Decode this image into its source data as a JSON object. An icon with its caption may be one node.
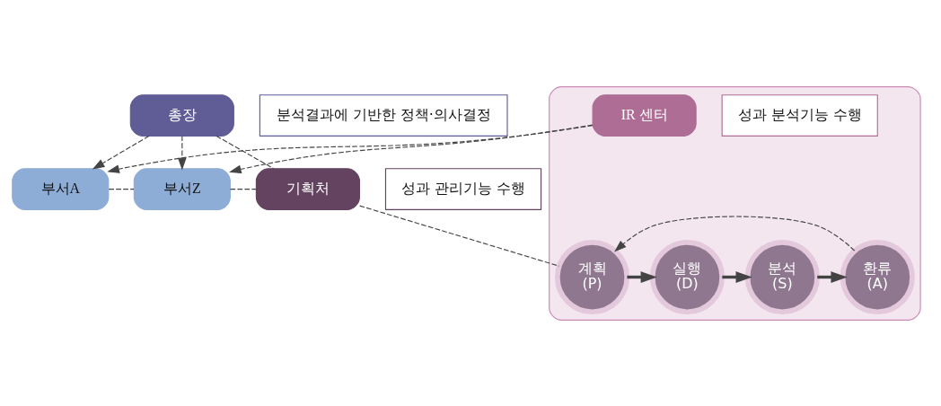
{
  "diagram": {
    "nodes": [
      {
        "text": [
          "총장"
        ]
      },
      {
        "text": [
          "분석결과에 기반한 정책·의사결정"
        ]
      },
      {
        "text": [
          "부서A"
        ]
      },
      {
        "text": [
          "부서Z"
        ]
      },
      {
        "text": [
          "기획처"
        ]
      },
      {
        "text": [
          "성과 관리기능 수행"
        ]
      },
      {
        "text": [],
        "shape": "box"
      },
      {
        "text": [
          "IR 센터"
        ],
        "in": 6
      },
      {
        "text": [
          "성과 분석기능 수행"
        ],
        "in": 6
      },
      {
        "text": [
          "계획 (P)"
        ],
        "in": 6
      },
      {
        "text": [
          "실행 (D)"
        ],
        "in": 6
      },
      {
        "text": [
          "분석 (S)"
        ],
        "in": 6
      },
      {
        "text": [
          "환류 (A)"
        ],
        "in": 6
      }
    ],
    "edges": [
      {
        "from": 0,
        "to": 2,
        "arrow": "to",
        "style": "dashed"
      },
      {
        "from": 0,
        "to": 3,
        "arrow": "to",
        "style": "dashed"
      },
      {
        "from": 0,
        "to": 4,
        "arrow": "none",
        "style": "dashed"
      },
      {
        "from": 2,
        "to": 3,
        "arrow": "none",
        "style": "dashed"
      },
      {
        "from": 3,
        "to": 4,
        "arrow": "none",
        "style": "dashed"
      },
      {
        "from": 7,
        "to": 2,
        "arrow": "to",
        "style": "dashed"
      },
      {
        "from": 7,
        "to": 3,
        "arrow": "to",
        "style": "dashed"
      },
      {
        "from": 4,
        "to": 9,
        "arrow": "none",
        "style": "dashed"
      },
      {
        "from": 9,
        "to": 10,
        "arrow": "to",
        "style": "thick"
      },
      {
        "from": 10,
        "to": 11,
        "arrow": "to",
        "style": "thick"
      },
      {
        "from": 11,
        "to": 12,
        "arrow": "to",
        "style": "thick"
      },
      {
        "from": 12,
        "to": 9,
        "arrow": "to",
        "style": "dashed"
      }
    ]
  }
}
